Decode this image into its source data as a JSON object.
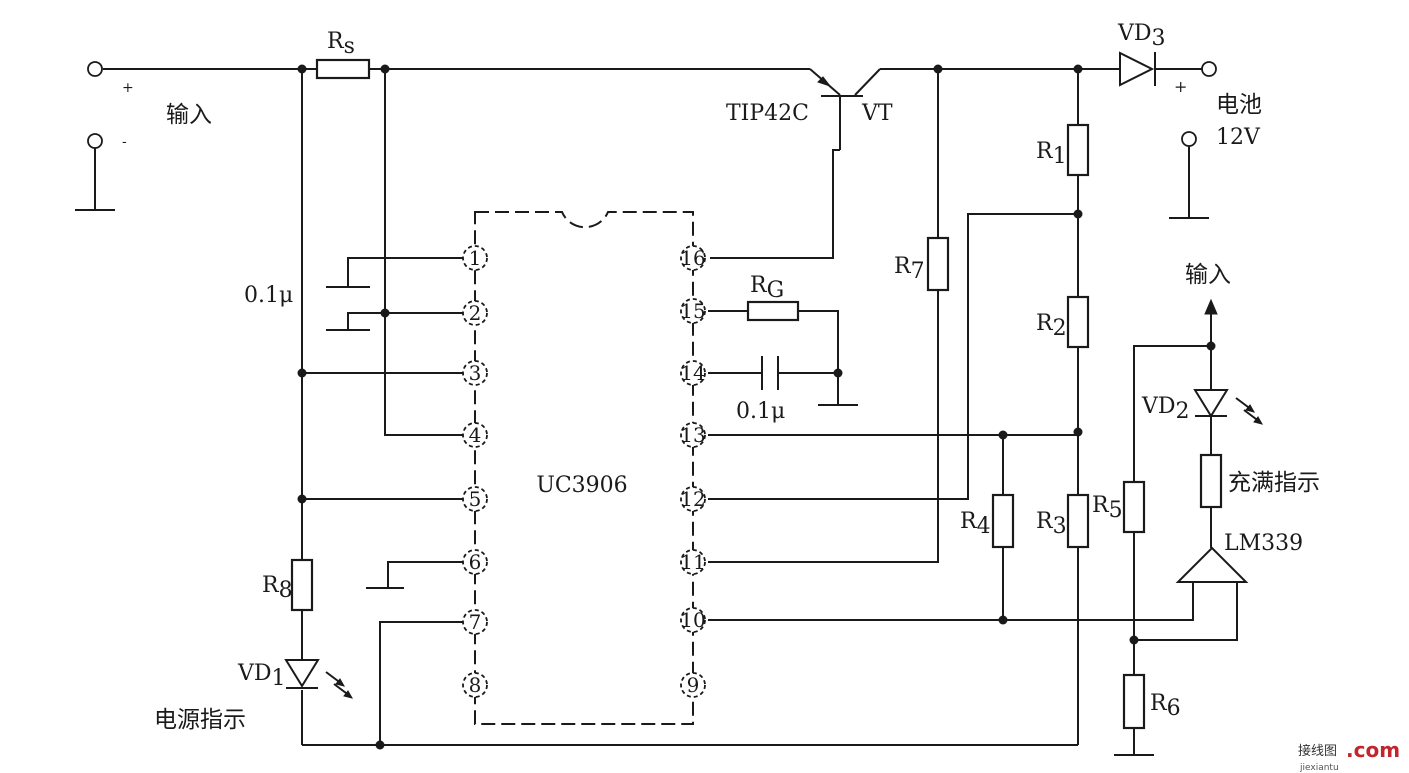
{
  "input_label": "输入",
  "input_plus": "+",
  "input_minus": "-",
  "ic": {
    "name": "UC3906",
    "pins_left": [
      "1",
      "2",
      "3",
      "4",
      "5",
      "6",
      "7",
      "8"
    ],
    "pins_right": [
      "16",
      "15",
      "14",
      "13",
      "12",
      "11",
      "10",
      "9"
    ]
  },
  "transistor": {
    "part": "TIP42C",
    "ref": "VT"
  },
  "diode_vd3": {
    "name": "VD",
    "sub": "3"
  },
  "battery": {
    "label": "电池",
    "voltage": "12V",
    "plus": "+"
  },
  "resistors": {
    "rs": {
      "name": "R",
      "sub": "s"
    },
    "r1": {
      "name": "R",
      "sub": "1"
    },
    "r2": {
      "name": "R",
      "sub": "2"
    },
    "r3": {
      "name": "R",
      "sub": "3"
    },
    "r4": {
      "name": "R",
      "sub": "4"
    },
    "r5": {
      "name": "R",
      "sub": "5"
    },
    "r6": {
      "name": "R",
      "sub": "6"
    },
    "r7": {
      "name": "R",
      "sub": "7"
    },
    "r8": {
      "name": "R",
      "sub": "8"
    },
    "rg": {
      "name": "R",
      "sub": "G"
    }
  },
  "capacitors": {
    "c_left": "0.1μ",
    "c_right": "0.1μ"
  },
  "full_charge": {
    "input_label": "输入",
    "led": {
      "name": "VD",
      "sub": "2"
    },
    "label": "充满指示"
  },
  "comparator": "LM339",
  "power_led": {
    "name": "VD",
    "sub": "1",
    "label": "电源指示"
  },
  "watermark": {
    "cn": "接线图",
    "dot_com": ".com",
    "url": "jiexiantu"
  }
}
